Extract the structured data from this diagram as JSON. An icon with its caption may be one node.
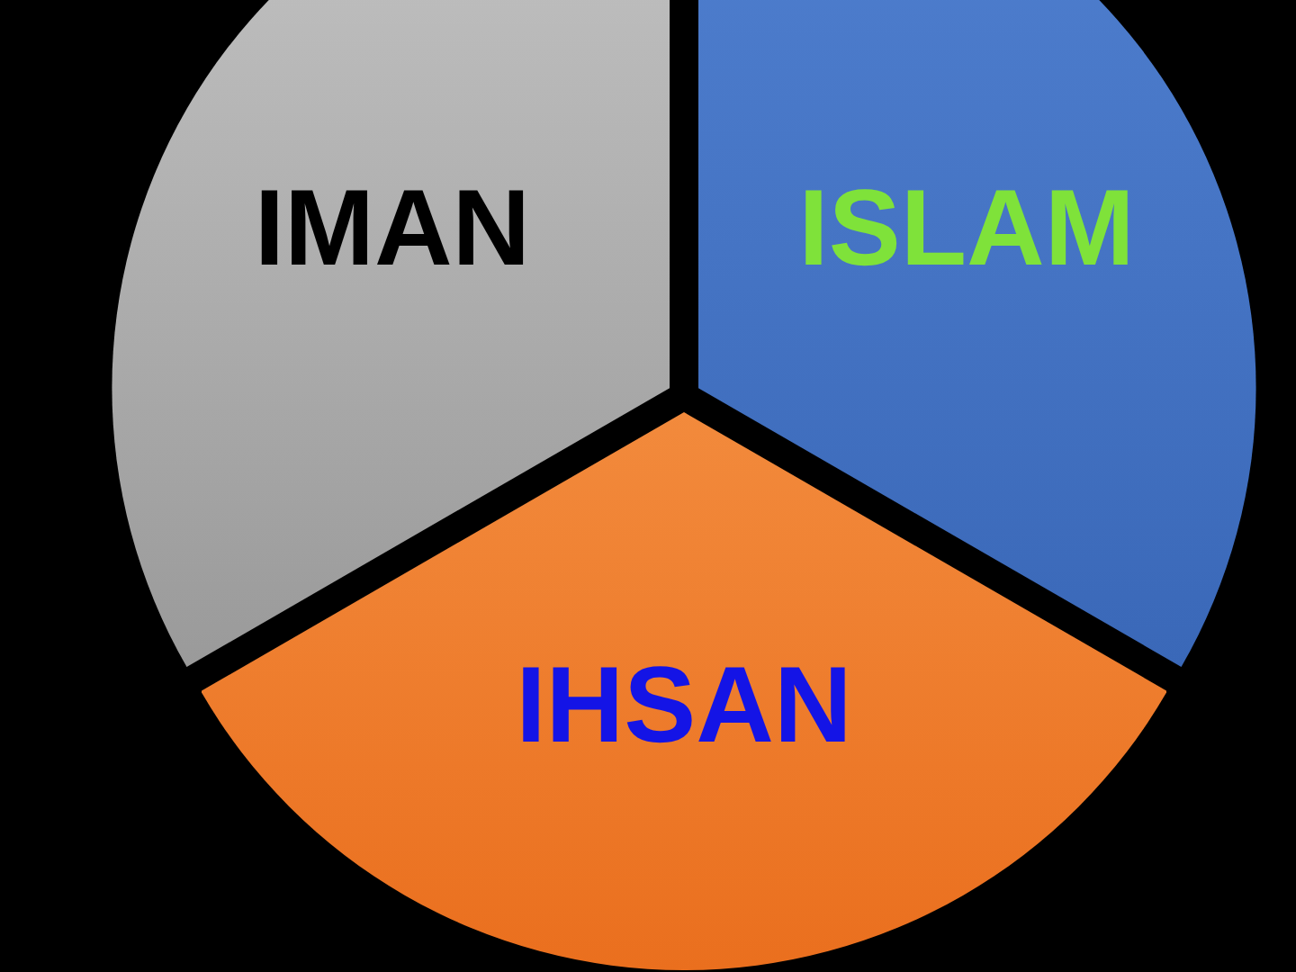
{
  "diagram": {
    "nodes": [
      {
        "text": [
          "IMAN"
        ]
      },
      {
        "text": [
          "ISLAM"
        ]
      },
      {
        "text": [
          "IHSAN"
        ]
      }
    ]
  }
}
